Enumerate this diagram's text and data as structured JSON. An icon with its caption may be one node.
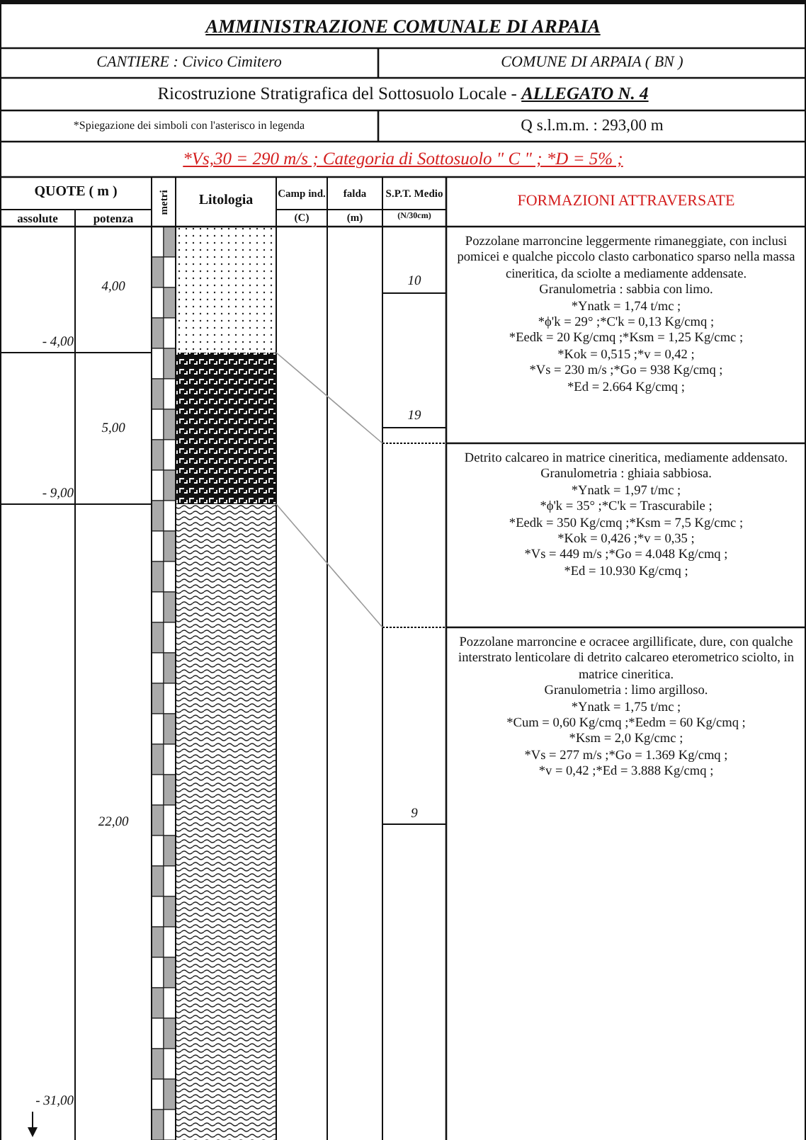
{
  "diagram": {
    "title": "AMMINISTRAZIONE COMUNALE DI ARPAIA",
    "nodes": [
      {
        "text": [
          "Pozzolane marroncine leggermente rimaneggiate, con inclusi pomicei e qualche piccolo clasto carbonatico sparso nella massa cineritica, da sciolte a mediamente addensate.",
          "Granulometria : sabbia con limo.",
          "*Ynatk = 1,74 t/mc ;",
          "*ϕ'k = 29° ;*C'k = 0,13 Kg/cmq ;",
          "*Eedk = 20 Kg/cmq ;*Ksm = 1,25 Kg/cmc ;",
          "*Kok = 0,515 ;*v = 0,42 ;",
          "*Vs = 230 m/s ;*Go = 938 Kg/cmq ;",
          "*Ed = 2.664 Kg/cmq ;"
        ]
      },
      {
        "text": [
          "Detrito calcareo in matrice cineritica, mediamente addensato.",
          "Granulometria : ghiaia sabbiosa.",
          "*Ynatk = 1,97 t/mc ;",
          "*ϕ'k = 35° ;*C'k = Trascurabile ;",
          "*Eedk = 350 Kg/cmq ;*Ksm = 7,5 Kg/cmc ;",
          "*Kok = 0,426 ;*v = 0,35 ;",
          "*Vs = 449 m/s ;*Go = 4.048 Kg/cmq ;",
          "*Ed = 10.930 Kg/cmq ;"
        ]
      },
      {
        "text": [
          "Pozzolane marroncine e ocracee argillificate, dure, con qualche interstrato lenticolare di detrito calcareo eterometrico sciolto, in matrice cineritica.",
          "Granulometria : limo argilloso.",
          "*Ynatk = 1,75 t/mc ;",
          "*Cum = 0,60 Kg/cmq ;*Eedm = 60 Kg/cmq ;",
          "*Ksm = 2,0 Kg/cmc ;",
          "*Vs = 277 m/s ;*Go = 1.369 Kg/cmq ;",
          "*v = 0,42 ;*Ed = 3.888 Kg/cmq ;"
        ]
      }
    ],
    "labels": [
      "CANTIERE : Civico Cimitero",
      "COMUNE DI ARPAIA ( BN )",
      "Ricostruzione Stratigrafica del Sottosuolo Locale - **ALLEGATO N. 4**",
      "*Spiegazione dei simboli con l'asterisco in legenda",
      "Q s.l.m.m. : 293,00 m",
      "*Vs,30 = 290 m/s ; Categoria di Sottosuolo \" C \" ; *D = 5% ;",
      "QUOTE ( m )",
      "metri",
      "Litologia",
      "Camp ind.",
      "falda",
      "S.P.T. Medio",
      "FORMAZIONI ATTRAVERSATE",
      "assolute",
      "potenza",
      "(C)",
      "(m)",
      "(N/30cm)",
      "4,00",
      "- 4,00",
      "10",
      "5,00",
      "19",
      "- 9,00",
      "22,00",
      "9",
      "- 31,00"
    ]
  }
}
